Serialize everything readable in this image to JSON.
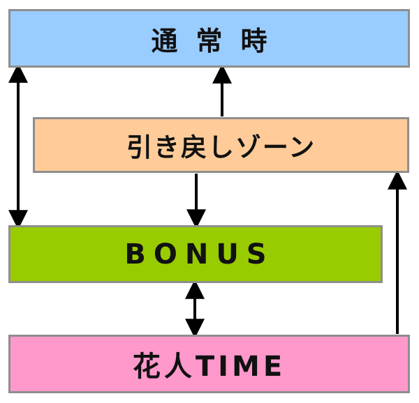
{
  "diagram": {
    "states": [
      {
        "id": "normal",
        "label": "通常時",
        "color": "#99ccff"
      },
      {
        "id": "return_zone",
        "label": "引き戻しゾーン",
        "color": "#ffcc99"
      },
      {
        "id": "bonus",
        "label": "BONUS",
        "color": "#99cc00"
      },
      {
        "id": "hanabi_time",
        "label": "花人TIME",
        "color": "#ff99cc"
      }
    ],
    "transitions": [
      {
        "from": "normal",
        "to": "bonus",
        "direction": "both"
      },
      {
        "from": "return_zone",
        "to": "normal",
        "direction": "forward"
      },
      {
        "from": "return_zone",
        "to": "bonus",
        "direction": "forward"
      },
      {
        "from": "bonus",
        "to": "hanabi_time",
        "direction": "both"
      },
      {
        "from": "hanabi_time",
        "to": "return_zone",
        "direction": "forward"
      }
    ],
    "arrow_color": "#000000",
    "border_color": "#8e8e8e"
  }
}
